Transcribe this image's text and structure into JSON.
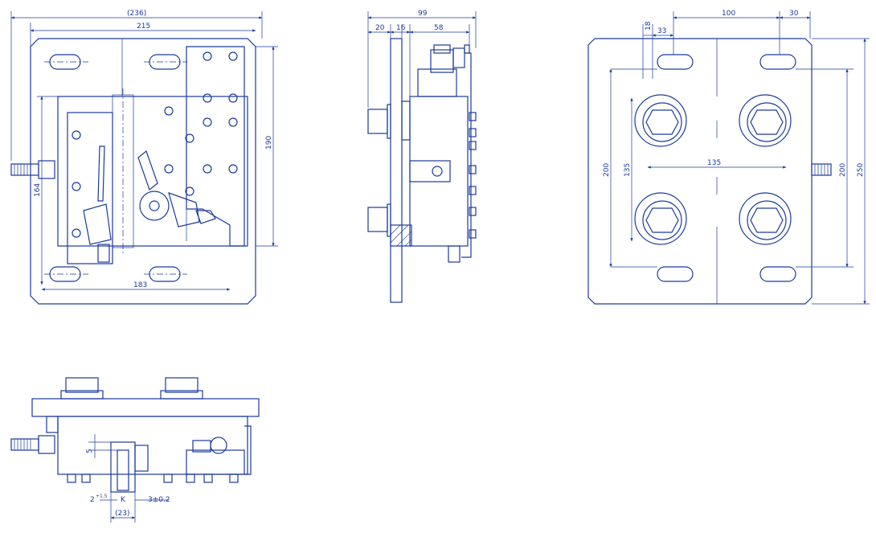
{
  "accent_color": "#1a3a9c",
  "front_view": {
    "dim_overall_width": "(236)",
    "dim_plate_width": "215",
    "dim_height": "190",
    "dim_left_height": "164",
    "dim_bottom": "183"
  },
  "side_view": {
    "dim_total": "99",
    "dim_a": "20",
    "dim_b": "16",
    "dim_c": "58"
  },
  "rear_view": {
    "dim_100": "100",
    "dim_30": "30",
    "dim_18": "18",
    "dim_33": "33",
    "dim_135_h": "135",
    "dim_135_v": "135",
    "dim_200_left": "200",
    "dim_200_right": "200",
    "dim_250": "250"
  },
  "bottom_view": {
    "dim_5": "5",
    "dim_2": "2",
    "dim_2_tol": "+1.5",
    "dim_3": "3±0.2",
    "dim_k": "K",
    "dim_23": "(23)"
  }
}
